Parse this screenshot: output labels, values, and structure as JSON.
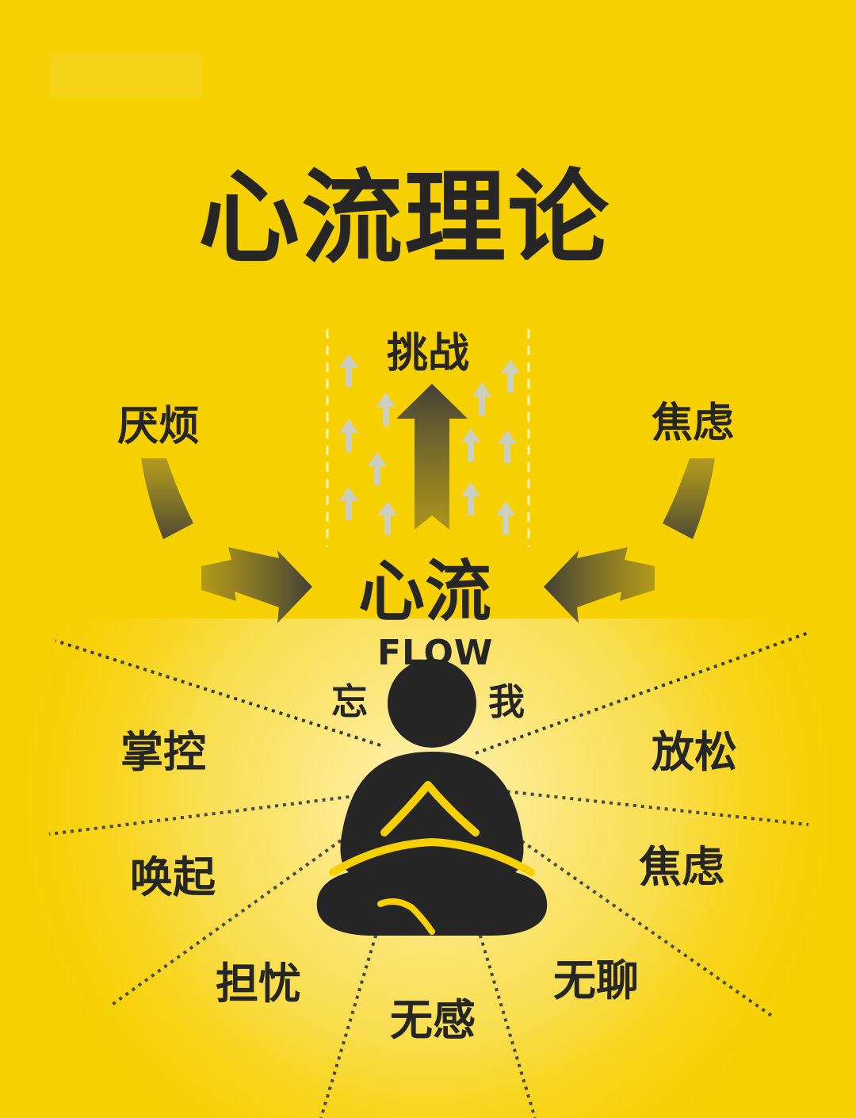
{
  "title": "心流理论",
  "challenge": "挑战",
  "boredom": "厌烦",
  "anxiety_top": "焦虑",
  "flow_cn": "心流",
  "flow_en": "FLOW",
  "forget": "忘",
  "self": "我",
  "states": {
    "control": "掌控",
    "relax": "放松",
    "arousal": "唤起",
    "anxiety": "焦虑",
    "worry": "担忧",
    "boredom": "无聊",
    "apathy": "无感"
  },
  "colors": {
    "background": "#f7d000",
    "text": "#262626",
    "glow": "#fff6c4",
    "arrow_dark": "#3f3f3f",
    "small_arrow": "#c7cfd6"
  }
}
